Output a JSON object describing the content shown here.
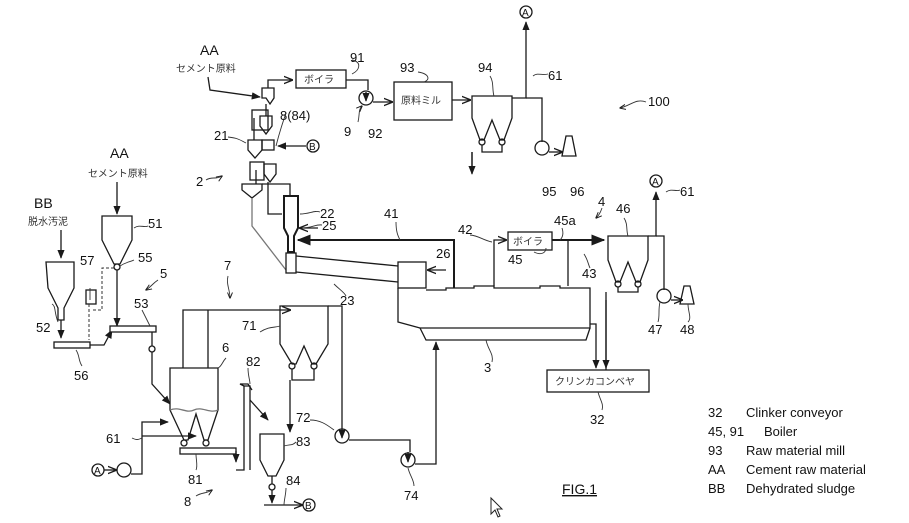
{
  "figure": {
    "title": "FIG.1",
    "system_ref": "100"
  },
  "inputs": {
    "top_raw": {
      "code": "AA",
      "jp": "セメント原料"
    },
    "left_raw": {
      "code": "AA",
      "jp": "セメント原料"
    },
    "sludge": {
      "code": "BB",
      "jp": "脱水汚泥"
    }
  },
  "boxes": {
    "boiler_top": "ボイラ",
    "raw_mill": "原料ミル",
    "boiler_mid": "ボイラ",
    "clinker_conveyor": "クリンカコンベヤ"
  },
  "connectors": {
    "A": "A",
    "B": "B"
  },
  "refs": {
    "r2": "2",
    "r3": "3",
    "r4": "4",
    "r5": "5",
    "r6": "6",
    "r7": "7",
    "r8": "8",
    "r9": "9",
    "r8_84": "8(84)",
    "r21": "21",
    "r22": "22",
    "r23": "23",
    "r25": "25",
    "r26": "26",
    "r32": "32",
    "r41": "41",
    "r42": "42",
    "r43": "43",
    "r45": "45",
    "r45a": "45a",
    "r46": "46",
    "r47": "47",
    "r48": "48",
    "r51": "51",
    "r52": "52",
    "r53": "53",
    "r55": "55",
    "r56": "56",
    "r57": "57",
    "r61a": "61",
    "r61b": "61",
    "r61c": "61",
    "r71": "71",
    "r72": "72",
    "r74": "74",
    "r81": "81",
    "r82": "82",
    "r83": "83",
    "r84": "84",
    "r91": "91",
    "r92": "92",
    "r93": "93",
    "r94": "94",
    "r95": "95",
    "r96": "96"
  },
  "legend": [
    {
      "key": "32",
      "label": "Clinker conveyor"
    },
    {
      "key": "45, 91",
      "label": "Boiler"
    },
    {
      "key": "93",
      "label": "Raw material mill"
    },
    {
      "key": "AA",
      "label": "Cement raw material"
    },
    {
      "key": "BB",
      "label": "Dehydrated sludge"
    }
  ]
}
